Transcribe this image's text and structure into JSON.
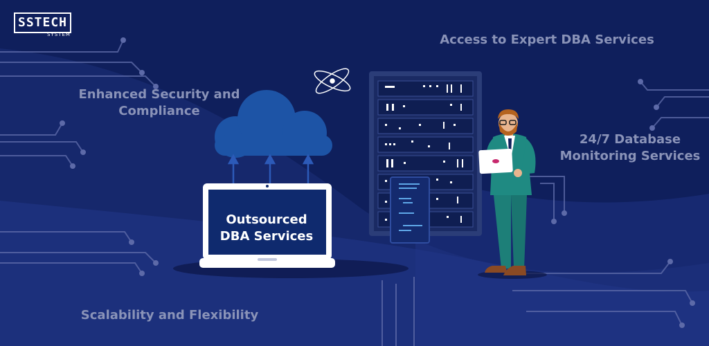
{
  "brand": {
    "logo_main": "SSTECH",
    "logo_sub": "SYSTEM"
  },
  "features": {
    "top_right": "Access to Expert DBA Services",
    "left_top": "Enhanced Security and Compliance",
    "right_mid": "24/7 Database Monitoring Services",
    "bottom_left": "Scalability and Flexibility"
  },
  "laptop": {
    "screen_title": "Outsourced DBA Services"
  },
  "colors": {
    "background": "#0f1f5c",
    "wave": "#1b2e78",
    "cloud": "#1d54a6",
    "server": "#2b3d78",
    "laptop_screen": "#0f2a6e",
    "feature_text": "#8a93b8",
    "suit": "#1f8a82"
  }
}
